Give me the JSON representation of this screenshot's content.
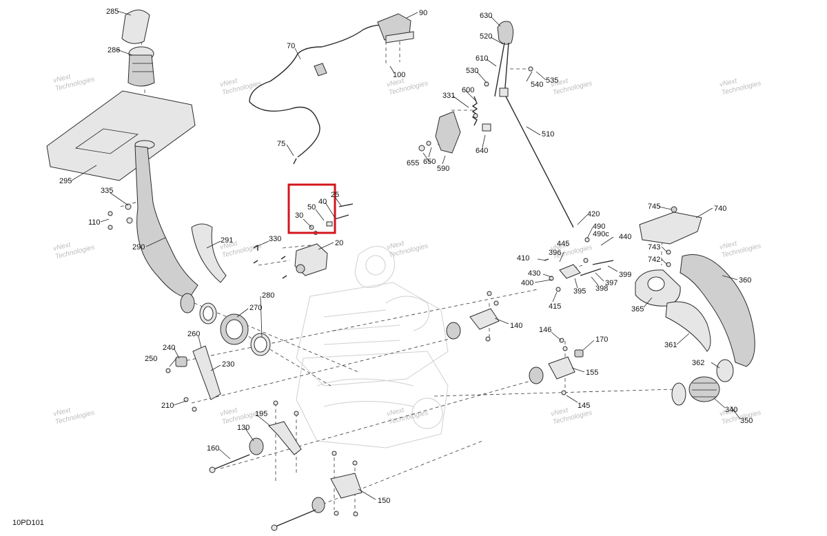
{
  "diagram": {
    "code": "10PD101",
    "watermark_line1": "vNext",
    "watermark_line2": "Technologies",
    "highlight_color": "#d3151c",
    "labels": {
      "l285": "285",
      "l286": "286",
      "l295": "295",
      "l335": "335",
      "l110": "110",
      "l290": "290",
      "l291": "291",
      "l330": "330",
      "l20": "20",
      "l70": "70",
      "l75": "75",
      "l90": "90",
      "l100": "100",
      "l30": "30",
      "l50": "50",
      "l40": "40",
      "l25": "25",
      "l280": "280",
      "l270": "270",
      "l260": "260",
      "l240": "240",
      "l250": "250",
      "l230": "230",
      "l210": "210",
      "l195": "195",
      "l130": "130",
      "l160": "160",
      "l150": "150",
      "l630": "630",
      "l520": "520",
      "l610": "610",
      "l530": "530",
      "l540": "540",
      "l535": "535",
      "l331": "331",
      "l600": "600",
      "l510": "510",
      "l655": "655",
      "l650": "650",
      "l590": "590",
      "l640": "640",
      "l420": "420",
      "l490": "490",
      "l490c": "490c",
      "l440": "440",
      "l396": "396",
      "l445": "445",
      "l410": "410",
      "l430": "430",
      "l400": "400",
      "l415": "415",
      "l395": "395",
      "l398": "398",
      "l397": "397",
      "l399": "399",
      "l140": "140",
      "l146": "146",
      "l170": "170",
      "l155": "155",
      "l145": "145",
      "l745": "745",
      "l740": "740",
      "l743": "743",
      "l742": "742",
      "l360": "360",
      "l365": "365",
      "l361": "361",
      "l362": "362",
      "l340": "340",
      "l350": "350"
    }
  }
}
